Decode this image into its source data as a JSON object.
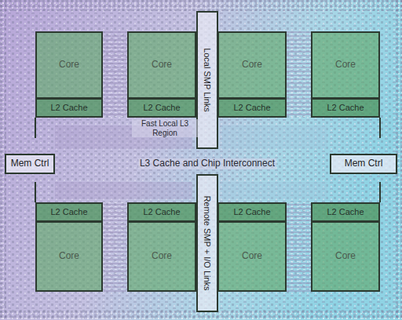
{
  "diagram": {
    "nodes": [
      {
        "text": [
          "Core"
        ]
      },
      {
        "text": [
          "Core"
        ]
      },
      {
        "text": [
          "Local SMP Links"
        ]
      },
      {
        "text": [
          "Core"
        ]
      },
      {
        "text": [
          "Core"
        ]
      },
      {
        "text": [
          "L2 Cache"
        ]
      },
      {
        "text": [
          "L2 Cache"
        ]
      },
      {
        "text": [
          "L2 Cache"
        ]
      },
      {
        "text": [
          "L2 Cache"
        ]
      },
      {
        "text": [
          "Mem Ctrl"
        ]
      },
      {
        "text": [
          "Mem Ctrl"
        ]
      },
      {
        "text": [
          "L2 Cache"
        ]
      },
      {
        "text": [
          "L2 Cache"
        ]
      },
      {
        "text": [
          "L2 Cache"
        ]
      },
      {
        "text": [
          "L2 Cache"
        ]
      },
      {
        "text": [
          "Remote SMP + I/O Links"
        ]
      },
      {
        "text": [
          "Core"
        ]
      },
      {
        "text": [
          "Core"
        ]
      },
      {
        "text": [
          "Core"
        ]
      },
      {
        "text": [
          "Core"
        ]
      }
    ],
    "labels": [
      "Fast Local L3 Region",
      "L3 Cache and Chip Interconnect"
    ]
  }
}
